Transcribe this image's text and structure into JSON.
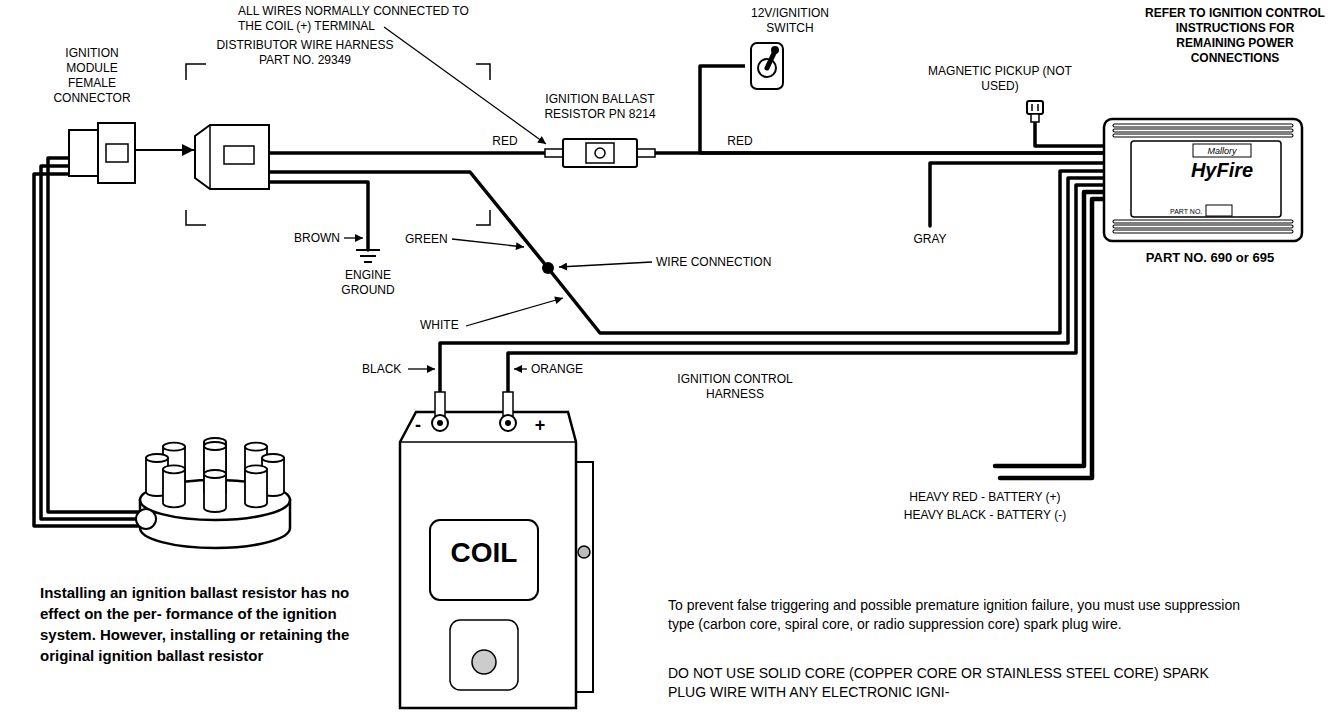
{
  "diagram": {
    "nodes": [
      {
        "text": [
          "IGNITION MODULE FEMALE CONNECTOR"
        ]
      },
      {
        "text": [
          "DISTRIBUTOR WIRE HARNESS PART NO. 29349"
        ]
      },
      {
        "text": [
          "IGNITION BALLAST RESISTOR PN 8214"
        ]
      },
      {
        "text": [
          "12V/IGNITION SWITCH"
        ]
      },
      {
        "text": [
          "MAGNETIC PICKUP (NOT USED)"
        ]
      },
      {
        "text": [
          "REFER TO IGNITION CONTROL INSTRUCTIONS FOR REMAINING POWER CONNECTIONS",
          "Mallory",
          "HyFire",
          "PART NO.",
          "PART NO. 690 or 695"
        ]
      },
      {
        "text": [
          "COIL",
          "-",
          "+"
        ]
      }
    ],
    "edges": [
      {
        "from": 0,
        "to": 1,
        "arrow": "to"
      },
      {
        "from": 1,
        "to": 2,
        "label": "RED",
        "arrow": "none"
      },
      {
        "from": 2,
        "to": 5,
        "label": "RED",
        "arrow": "none"
      },
      {
        "from": 3,
        "to": 5,
        "arrow": "none"
      },
      {
        "from": 4,
        "to": 5,
        "arrow": "none"
      },
      {
        "from": 1,
        "to": 5,
        "arrow": "none"
      },
      {
        "from": 6,
        "to": 5,
        "arrow": "none"
      },
      {
        "from": 6,
        "to": 5,
        "arrow": "none"
      }
    ],
    "labels": [
      "ALL WIRES NORMALLY CONNECTED TO THE COIL (+) TERMINAL",
      "BROWN",
      "ENGINE GROUND",
      "GREEN",
      "WIRE CONNECTION",
      "WHITE",
      "GRAY",
      "BLACK",
      "ORANGE",
      "IGNITION CONTROL HARNESS",
      "HEAVY RED - BATTERY (+)",
      "HEAVY BLACK - BATTERY (-)",
      "Installing an ignition ballast resistor has no effect on the per- formance of the ignition system. However, installing or retaining the original ignition ballast resistor",
      "To prevent false triggering and possible premature ignition failure, you must use suppression type (carbon core, spiral core, or radio suppression core) spark plug wire.",
      "DO NOT USE SOLID CORE (COPPER CORE OR STAINLESS STEEL CORE) SPARK PLUG WIRE WITH ANY ELECTRONIC IGNI-"
    ]
  }
}
